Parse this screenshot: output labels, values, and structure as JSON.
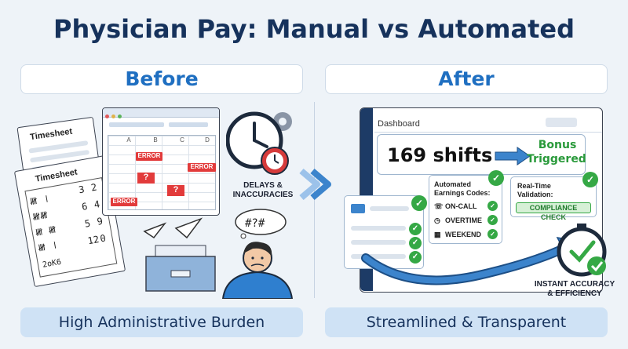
{
  "title": "Physician Pay: Manual vs Automated",
  "before": {
    "header": "Before",
    "footer": "High Administrative Burden",
    "timesheet_title_back": "Timesheet",
    "timesheet_title_front": "Timesheet",
    "sheet_numbers": [
      "3",
      "2",
      "6",
      "4",
      "5",
      "9",
      "12",
      "0"
    ],
    "sheet_note": "2oK6",
    "spreadsheet_columns": [
      "A",
      "B",
      "C",
      "D"
    ],
    "error_label": "ERROR",
    "question_mark": "?",
    "delay_caption_line1": "DELAYS &",
    "delay_caption_line2": "INACCURACIES",
    "thought_text": "#? #"
  },
  "after": {
    "header": "After",
    "footer": "Streamlined & Transparent",
    "dashboard_label": "Dashboard",
    "shifts_text": "169 shifts",
    "bonus_line1": "Bonus",
    "bonus_line2": "Triggered",
    "earnings_title_line1": "Automated",
    "earnings_title_line2": "Earnings Codes:",
    "codes": [
      "ON-CALL",
      "OVERTIME",
      "WEEKEND"
    ],
    "validation_line1": "Real-Time",
    "validation_line2": "Validation:",
    "compliance": "COMPLIANCE CHECK",
    "result_line1": "INSTANT ACCURACY",
    "result_line2": "& EFFICIENCY"
  },
  "colors": {
    "navy": "#16325c",
    "accent_blue": "#1f6fc1",
    "error_red": "#e23b3b",
    "success_green": "#35a845"
  }
}
